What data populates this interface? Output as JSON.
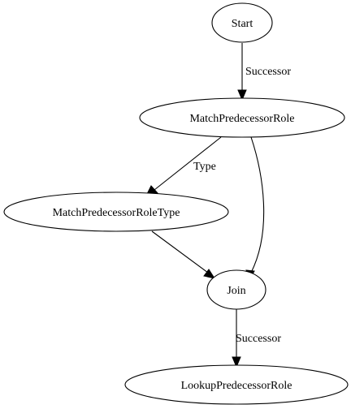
{
  "graph": {
    "nodes": {
      "start": "Start",
      "match_predecessor_role": "MatchPredecessorRole",
      "match_predecessor_role_type": "MatchPredecessorRoleType",
      "join": "Join",
      "lookup_predecessor_role": "LookupPredecessorRole"
    },
    "edges": {
      "start_to_match": "Successor",
      "match_to_type": "Type",
      "match_to_join": "",
      "type_to_join": "",
      "join_to_lookup": "Successor"
    }
  }
}
